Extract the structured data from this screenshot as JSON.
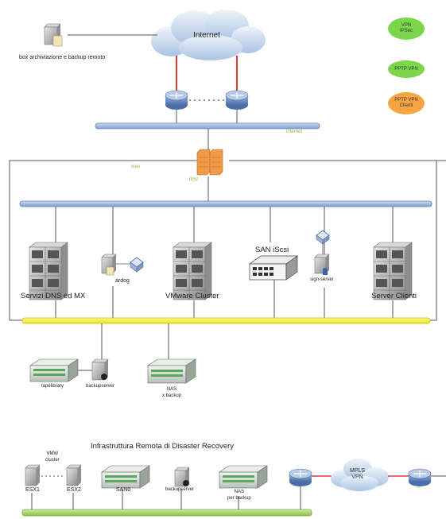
{
  "cloud_internet": "Internet",
  "remote_backup": "box archiviazione e backup remoto",
  "legend": {
    "vpn_ipsec": [
      "VPN",
      "IPSec"
    ],
    "pptp_vpn": "PPTP VPN",
    "pptp_vpn_clienti": [
      "PPTP VPN",
      "Clienti"
    ]
  },
  "zones": {
    "internet": "internet",
    "wan": "wan",
    "dmz": "dmz"
  },
  "servers": {
    "dns_mx": "Servizi DNS ed MX",
    "ardog": "ardog",
    "vmware": "VMware Cluster",
    "san": "SAN iScsi",
    "sign": "sign-server",
    "clienti": "Server Clienti"
  },
  "backup": {
    "tapelibrary": "tapelibrary",
    "backupserver": "backupserver",
    "nas": [
      "NAS",
      "x backup"
    ]
  },
  "dr": {
    "title": "Infrastruttura Remota di Disaster Recovery",
    "vmw_cluster": [
      "VMW",
      "cluster"
    ],
    "esx1": "ESX1",
    "esx2": "ESX2",
    "san0": "SAN0",
    "backupserver": "backupserver",
    "nas": [
      "NAS",
      "per backup"
    ],
    "mpls": [
      "MPLS",
      "VPN"
    ]
  },
  "colors": {
    "blue_bus": "#7f9fd0",
    "yellow_bus": "#f7f43a",
    "green_bus": "#a3d36b",
    "red_link": "#d63b3b",
    "firewall": "#f29a4b",
    "vpn_green": "#7bd64a",
    "vpn_orange": "#f7a543"
  }
}
